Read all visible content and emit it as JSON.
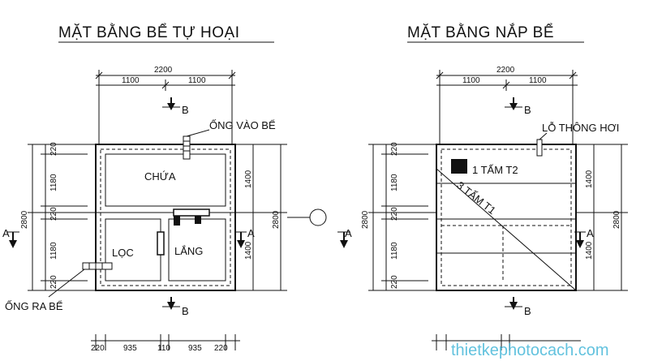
{
  "left_plan": {
    "title": "MẶT BẰNG BỂ TỰ HOẠI",
    "dim_total": "2200",
    "dim_half_left": "1100",
    "dim_half_right": "1100",
    "dim_bottom": [
      "220",
      "935",
      "110",
      "935",
      "220"
    ],
    "dim_left_outer": "2800",
    "dim_left_inner": [
      "220",
      "1180",
      "220",
      "1180",
      "220"
    ],
    "dim_right": [
      "1400",
      "1400"
    ],
    "dim_right_outer": "2800",
    "inlet_label": "ỐNG VÀO BỂ",
    "outlet_label": "ỐNG RA BỂ",
    "room_top": "CHỨA",
    "room_bottom_left": "LỌC",
    "room_bottom_right": "LẮNG"
  },
  "right_plan": {
    "title": "MẶT BẰNG NẮP BỂ",
    "dim_total": "2200",
    "dim_half_left": "1100",
    "dim_half_right": "1100",
    "dim_left_outer": "2800",
    "dim_left_inner": [
      "220",
      "1180",
      "220",
      "1180",
      "220"
    ],
    "dim_right": [
      "1400",
      "1400"
    ],
    "dim_right_outer": "2800",
    "vent_label": "LỖ THÔNG HƠI",
    "slab_t2": "1 TẤM T2",
    "slab_t1": "3 TẤM T1"
  },
  "section_a": "A",
  "section_b": "B",
  "watermark": "thietkephotocach.com"
}
